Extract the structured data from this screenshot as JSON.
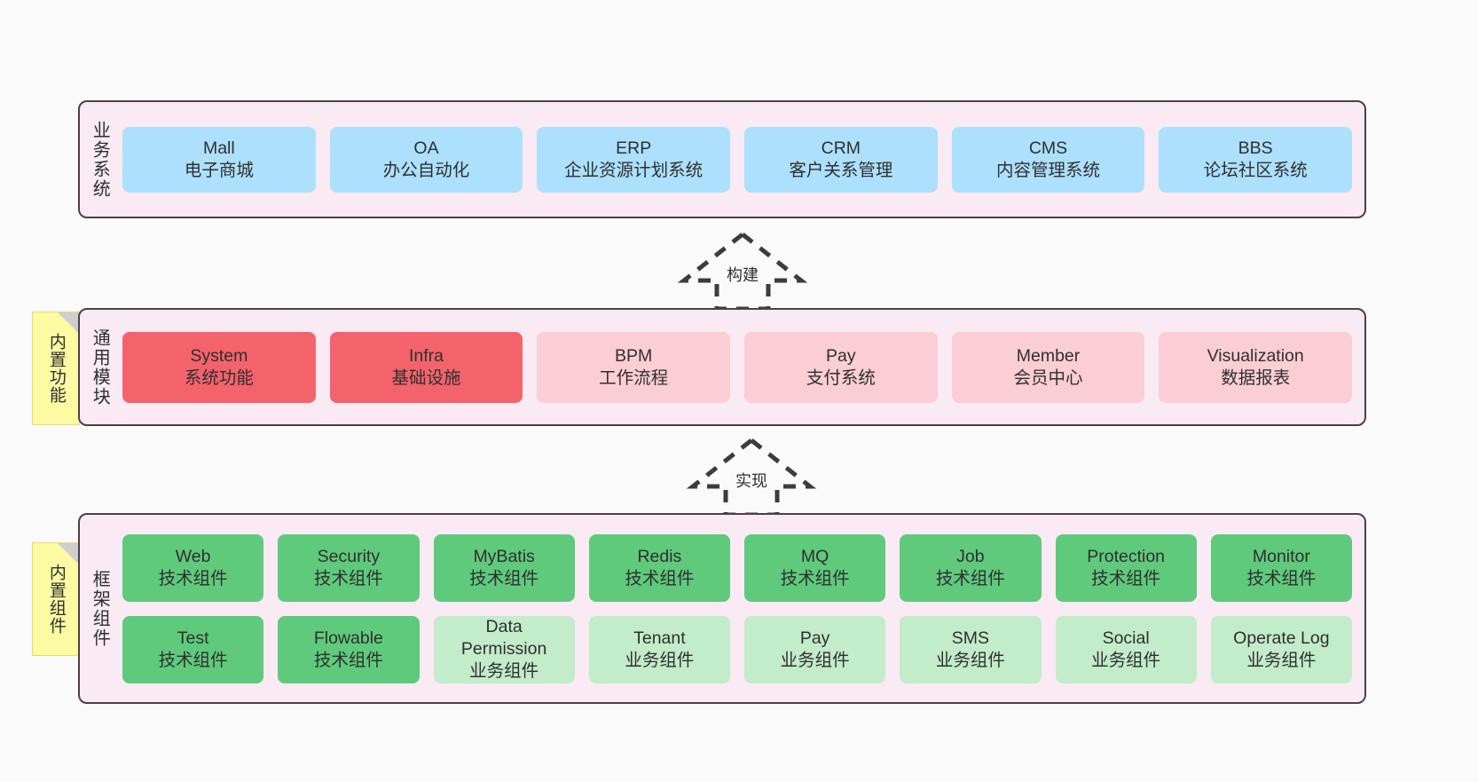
{
  "diagram": {
    "background": "#fafafa",
    "palette": {
      "band_fill": "#f9eaf4",
      "band_border": "#4d4048",
      "blue": "#ace0fd",
      "red": "#f4636c",
      "pink": "#fbcdd4",
      "green": "#5fca7c",
      "light_green": "#c3ecca",
      "note_yellow": "#fcfaa2",
      "note_fold": "#cfcfcf"
    }
  },
  "notes": [
    {
      "id": "features",
      "label": "内置功能"
    },
    {
      "id": "components",
      "label": "内置组件"
    }
  ],
  "connectors": [
    {
      "id": "build",
      "label": "构建",
      "style": "dashed-hollow-triangle-arrow",
      "direction": "up"
    },
    {
      "id": "realize",
      "label": "实现",
      "style": "dashed-hollow-triangle-arrow",
      "direction": "up"
    }
  ],
  "bands": [
    {
      "id": "business",
      "title": "业务系统",
      "rows": [
        {
          "cards": [
            {
              "l1": "Mall",
              "l2": "电子商城",
              "color": "blue"
            },
            {
              "l1": "OA",
              "l2": "办公自动化",
              "color": "blue"
            },
            {
              "l1": "ERP",
              "l2": "企业资源计划系统",
              "color": "blue"
            },
            {
              "l1": "CRM",
              "l2": "客户关系管理",
              "color": "blue"
            },
            {
              "l1": "CMS",
              "l2": "内容管理系统",
              "color": "blue"
            },
            {
              "l1": "BBS",
              "l2": "论坛社区系统",
              "color": "blue"
            }
          ]
        }
      ]
    },
    {
      "id": "modules",
      "title": "通用模块",
      "rows": [
        {
          "cards": [
            {
              "l1": "System",
              "l2": "系统功能",
              "color": "red"
            },
            {
              "l1": "Infra",
              "l2": "基础设施",
              "color": "red"
            },
            {
              "l1": "BPM",
              "l2": "工作流程",
              "color": "pink"
            },
            {
              "l1": "Pay",
              "l2": "支付系统",
              "color": "pink"
            },
            {
              "l1": "Member",
              "l2": "会员中心",
              "color": "pink"
            },
            {
              "l1": "Visualization",
              "l2": "数据报表",
              "color": "pink"
            }
          ]
        }
      ]
    },
    {
      "id": "framework",
      "title": "框架组件",
      "rows": [
        {
          "cards": [
            {
              "l1": "Web",
              "l2": "技术组件",
              "color": "green"
            },
            {
              "l1": "Security",
              "l2": "技术组件",
              "color": "green"
            },
            {
              "l1": "MyBatis",
              "l2": "技术组件",
              "color": "green"
            },
            {
              "l1": "Redis",
              "l2": "技术组件",
              "color": "green"
            },
            {
              "l1": "MQ",
              "l2": "技术组件",
              "color": "green"
            },
            {
              "l1": "Job",
              "l2": "技术组件",
              "color": "green"
            },
            {
              "l1": "Protection",
              "l2": "技术组件",
              "color": "green"
            },
            {
              "l1": "Monitor",
              "l2": "技术组件",
              "color": "green"
            }
          ]
        },
        {
          "cards": [
            {
              "l1": "Test",
              "l2": "技术组件",
              "color": "green"
            },
            {
              "l1": "Flowable",
              "l2": "技术组件",
              "color": "green"
            },
            {
              "l1": "Data",
              "l2": "Permission",
              "l3": "业务组件",
              "color": "light_green"
            },
            {
              "l1": "Tenant",
              "l2": "业务组件",
              "color": "light_green"
            },
            {
              "l1": "Pay",
              "l2": "业务组件",
              "color": "light_green"
            },
            {
              "l1": "SMS",
              "l2": "业务组件",
              "color": "light_green"
            },
            {
              "l1": "Social",
              "l2": "业务组件",
              "color": "light_green"
            },
            {
              "l1": "Operate Log",
              "l2": "业务组件",
              "color": "light_green"
            }
          ]
        }
      ]
    }
  ]
}
